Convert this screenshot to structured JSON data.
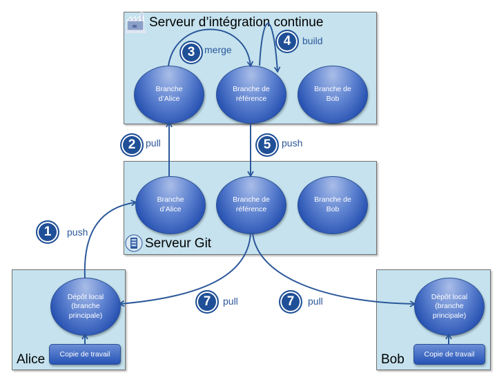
{
  "colors": {
    "box_fill": "#c5e2ee",
    "node_blue": "#2553b5",
    "arrow": "#2b579a",
    "badge": "#1f4f96"
  },
  "ci_server": {
    "title": "Serveur d’intégration continue",
    "icon": "factory-icon",
    "nodes": [
      "Branche\nd’Alice",
      "Branche de\nréférence",
      "Branche de\nBob"
    ]
  },
  "git_server": {
    "title": "Serveur Git",
    "icon": "server-icon",
    "nodes": [
      "Branche\nd’Alice",
      "Branche de\nréférence",
      "Branche de\nBob"
    ]
  },
  "alice": {
    "title": "Alice",
    "repo": "Dépôt local\n(branche\nprincipale)",
    "working_copy": "Copie de travail"
  },
  "bob": {
    "title": "Bob",
    "repo": "Dépôt local\n(branche\nprincipale)",
    "working_copy": "Copie de travail"
  },
  "steps": [
    {
      "number": "1",
      "label": "push"
    },
    {
      "number": "2",
      "label": "pull"
    },
    {
      "number": "3",
      "label": "merge"
    },
    {
      "number": "4",
      "label": "build"
    },
    {
      "number": "5",
      "label": "push"
    },
    {
      "number": "7",
      "label": "pull"
    },
    {
      "number": "7",
      "label": "pull"
    }
  ]
}
